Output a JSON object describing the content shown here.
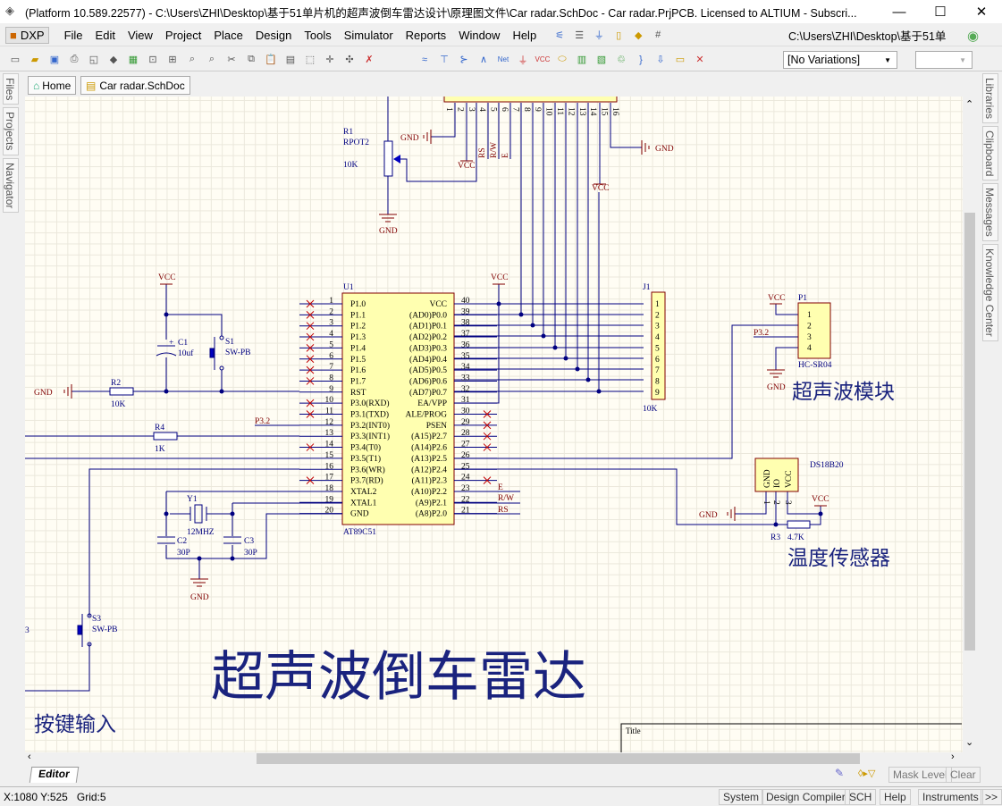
{
  "title_bar": {
    "title": "(Platform 10.589.22577) - C:\\Users\\ZHI\\Desktop\\基于51单片机的超声波倒车雷达设计\\原理图文件\\Car radar.SchDoc - Car radar.PrjPCB. Licensed to ALTIUM - Subscri...",
    "minimize": "—",
    "maximize": "☐",
    "close": "✕"
  },
  "menu": {
    "dxp": "DXP",
    "items": [
      "File",
      "Edit",
      "View",
      "Project",
      "Place",
      "Design",
      "Tools",
      "Simulator",
      "Reports",
      "Window",
      "Help"
    ],
    "path": "C:\\Users\\ZHI\\Desktop\\基于51单"
  },
  "toolbar": {
    "variations": "[No Variations]"
  },
  "tabs": [
    {
      "label": "Home"
    },
    {
      "label": "Car radar.SchDoc"
    }
  ],
  "left_panels": [
    "Files",
    "Projects",
    "Navigator"
  ],
  "right_panels": [
    "Libraries",
    "Clipboard",
    "Messages",
    "Knowledge Center"
  ],
  "schematic": {
    "power": {
      "vcc": "VCC",
      "gnd": "GND"
    },
    "u1": {
      "ref": "U1",
      "part": "AT89C51",
      "left_pins": [
        [
          "1",
          "P1.0"
        ],
        [
          "2",
          "P1.1"
        ],
        [
          "3",
          "P1.2"
        ],
        [
          "4",
          "P1.3"
        ],
        [
          "5",
          "P1.4"
        ],
        [
          "6",
          "P1.5"
        ],
        [
          "7",
          "P1.6"
        ],
        [
          "8",
          "P1.7"
        ],
        [
          "9",
          "RST"
        ],
        [
          "10",
          "P3.0(RXD)"
        ],
        [
          "11",
          "P3.1(TXD)"
        ],
        [
          "12",
          "P3.2(INT0)"
        ],
        [
          "13",
          "P3.3(INT1)"
        ],
        [
          "14",
          "P3.4(T0)"
        ],
        [
          "15",
          "P3.5(T1)"
        ],
        [
          "16",
          "P3.6(WR)"
        ],
        [
          "17",
          "P3.7(RD)"
        ],
        [
          "18",
          "XTAL2"
        ],
        [
          "19",
          "XTAL1"
        ],
        [
          "20",
          "GND"
        ]
      ],
      "right_pins": [
        [
          "40",
          "VCC"
        ],
        [
          "39",
          "(AD0)P0.0"
        ],
        [
          "38",
          "(AD1)P0.1"
        ],
        [
          "37",
          "(AD2)P0.2"
        ],
        [
          "36",
          "(AD3)P0.3"
        ],
        [
          "35",
          "(AD4)P0.4"
        ],
        [
          "34",
          "(AD5)P0.5"
        ],
        [
          "33",
          "(AD6)P0.6"
        ],
        [
          "32",
          "(AD7)P0.7"
        ],
        [
          "31",
          "EA/VPP"
        ],
        [
          "30",
          "ALE/PROG"
        ],
        [
          "29",
          "PSEN"
        ],
        [
          "28",
          "(A15)P2.7"
        ],
        [
          "27",
          "(A14)P2.6"
        ],
        [
          "26",
          "(A13)P2.5"
        ],
        [
          "25",
          "(A12)P2.4"
        ],
        [
          "24",
          "(A11)P2.3"
        ],
        [
          "23",
          "(A10)P2.2"
        ],
        [
          "22",
          "(A9)P2.1"
        ],
        [
          "21",
          "(A8)P2.0"
        ]
      ]
    },
    "net_labels": {
      "e": "E",
      "rw": "R/W",
      "rs": "RS",
      "p32": "P3.2"
    },
    "lcd_pins": [
      "1",
      "2",
      "3",
      "4",
      "5",
      "6",
      "7",
      "8",
      "9",
      "10",
      "11",
      "12",
      "13",
      "14",
      "15",
      "16"
    ],
    "j1": {
      "ref": "J1",
      "value": "10K",
      "pins": [
        "1",
        "2",
        "3",
        "4",
        "5",
        "6",
        "7",
        "8",
        "9"
      ]
    },
    "p1": {
      "ref": "P1",
      "value": "HC-SR04",
      "pins": [
        "1",
        "2",
        "3",
        "4"
      ]
    },
    "ds18b20": {
      "ref": "DS18B20",
      "pins": [
        "GND",
        "IO",
        "VCC"
      ],
      "nums": [
        "1",
        "2",
        "3"
      ]
    },
    "r1": {
      "ref": "R1",
      "type": "RPOT2",
      "value": "10K"
    },
    "r2": {
      "ref": "R2",
      "value": "10K"
    },
    "r3": {
      "ref": "R3",
      "value": "4.7K"
    },
    "r4": {
      "ref": "R4",
      "value": "1K"
    },
    "c1": {
      "ref": "C1",
      "value": "10uf",
      "plus": "+"
    },
    "c2": {
      "ref": "C2",
      "value": "30P"
    },
    "c3": {
      "ref": "C3",
      "value": "30P"
    },
    "y1": {
      "ref": "Y1",
      "value": "12MHZ"
    },
    "s1": {
      "ref": "S1",
      "value": "SW-PB"
    },
    "s3": {
      "ref": "S3",
      "value": "SW-PB",
      "partial": "3"
    },
    "titles": {
      "main": "超声波倒车雷达",
      "ultrasonic": "超声波模块",
      "temp": "温度传感器",
      "keys": "按键输入",
      "title_block": "Title"
    }
  },
  "editor_tab": "Editor",
  "mask": {
    "mask_level": "Mask Level",
    "clear": "Clear"
  },
  "status": {
    "coords": "X:1080 Y:525",
    "grid": "Grid:5",
    "buttons": [
      "System",
      "Design Compiler",
      "SCH",
      "Help",
      "Instruments",
      ">>"
    ]
  }
}
